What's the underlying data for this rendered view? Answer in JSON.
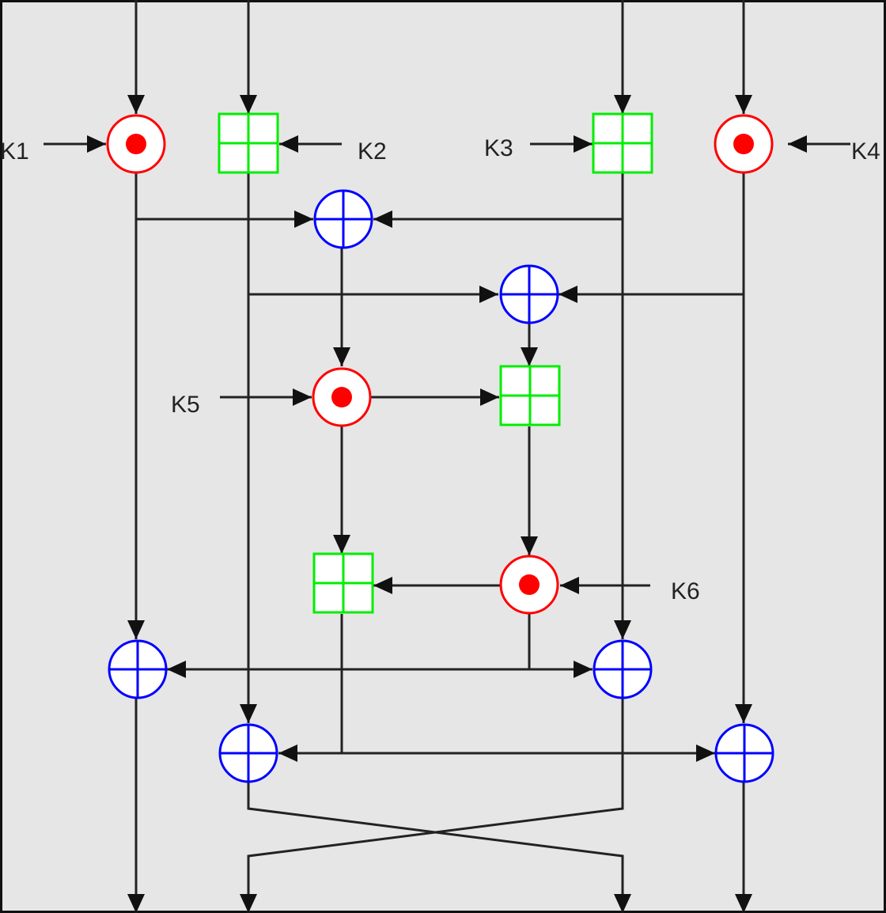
{
  "diagram": {
    "key_labels": [
      "K1",
      "K2",
      "K3",
      "K4",
      "K5",
      "K6"
    ],
    "operators": {
      "mult": {
        "name": "multiplication-modulo",
        "symbol": "circled-dot",
        "color": "#ff0000"
      },
      "add": {
        "name": "addition-modulo",
        "symbol": "boxed-plus",
        "color": "#00ee00"
      },
      "xor": {
        "name": "exclusive-or",
        "symbol": "circled-plus",
        "color": "#0000ff"
      }
    },
    "background": "#e6e6e6",
    "line_color": "#222222"
  }
}
